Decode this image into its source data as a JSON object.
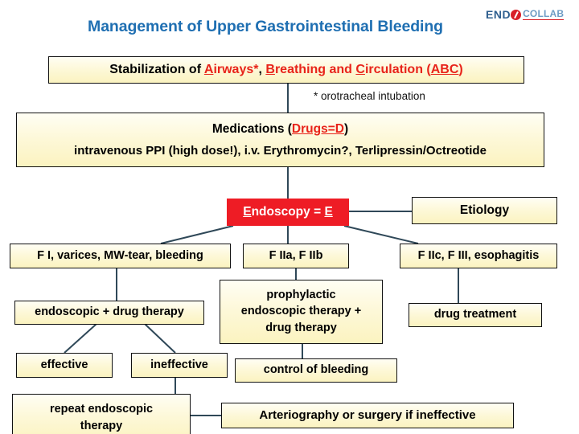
{
  "logo": {
    "primary": "END",
    "mark": "o-circle-icon",
    "secondary": "COLLAB"
  },
  "title": "Management of Upper Gastrointestinal Bleeding",
  "colors": {
    "title_blue": "#1F6FB2",
    "accent_red": "#E8231A",
    "endoscopy_red": "#EE1C25",
    "box_fill": "#FBF3C0",
    "connector": "#2F4858",
    "logo_blue": "#2F5F8F",
    "logo_light_blue": "#6E9CC4"
  },
  "nodes": {
    "abc": {
      "prefix": "Stabilization of ",
      "a_letter": "A",
      "a_rest": "irways*",
      "sep1": ", ",
      "b_letter": "B",
      "b_rest": "reathing and ",
      "c_letter": "C",
      "c_rest": "irculation (",
      "abc": "ABC",
      "suffix": ")"
    },
    "footnote": "* orotracheal intubation",
    "medications": {
      "line1_prefix": "Medications (",
      "line1_drugs": "Drugs=D",
      "line1_suffix": ")",
      "line2": "intravenous PPI (high dose!), i.v. Erythromycin?, Terlipressin/Octreotide"
    },
    "endoscopy": {
      "e1": "E",
      "mid": "ndoscopy = ",
      "e2": "E"
    },
    "etiology": "Etiology",
    "forrest_left": "F I, varices, MW-tear, bleeding",
    "forrest_mid": "F IIa, F IIb",
    "forrest_right": "F IIc, F III, esophagitis",
    "endoscopic_drug_therapy": "endoscopic + drug therapy",
    "prophylactic": "prophylactic\nendoscopic therapy +\ndrug therapy",
    "prophylactic_line1": "prophylactic",
    "prophylactic_line2": "endoscopic therapy +",
    "prophylactic_line3": "drug therapy",
    "drug_treatment": "drug treatment",
    "effective": "effective",
    "ineffective": "ineffective",
    "control_of_bleeding": "control of bleeding",
    "repeat_line1": "repeat endoscopic",
    "repeat_line2": "therapy",
    "arteriography": "Arteriography or surgery if ineffective"
  }
}
